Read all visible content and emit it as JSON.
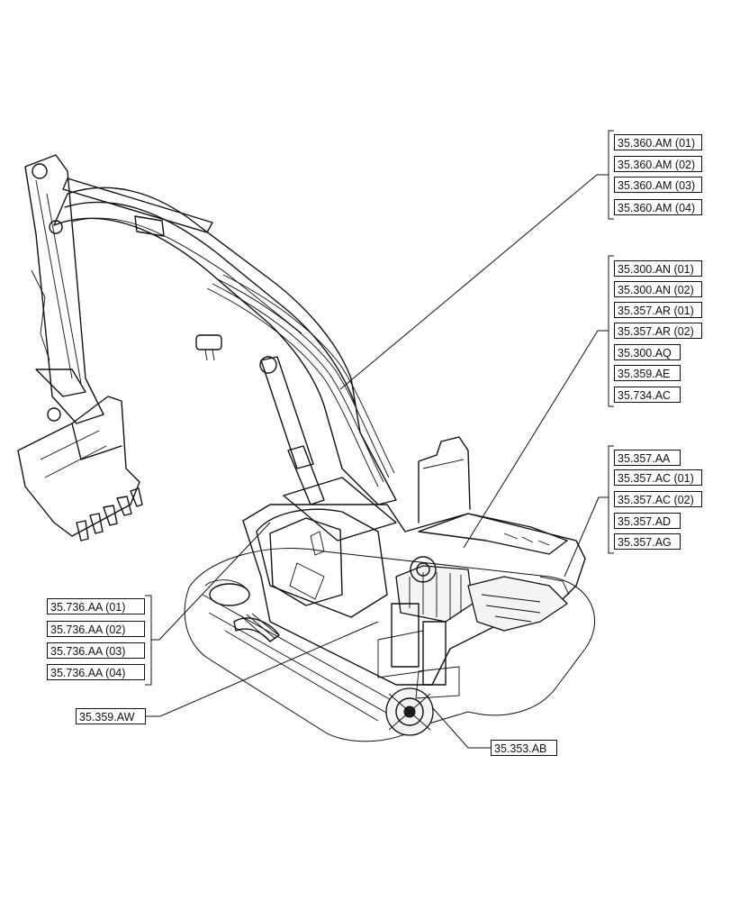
{
  "groups": {
    "hydraulic_lines_boom": [
      "35.360.AM (01)",
      "35.360.AM (02)",
      "35.360.AM (03)",
      "35.360.AM (04)"
    ],
    "control_valve": [
      "35.300.AN (01)",
      "35.300.AN (02)",
      "35.357.AR (01)",
      "35.357.AR (02)",
      "35.300.AQ",
      "35.359.AE",
      "35.734.AC"
    ],
    "pump_group": [
      "35.357.AA",
      "35.357.AC (01)",
      "35.357.AC (02)",
      "35.357.AD",
      "35.357.AG"
    ],
    "track_lines": [
      "35.736.AA (01)",
      "35.736.AA (02)",
      "35.736.AA (03)",
      "35.736.AA (04)"
    ]
  },
  "singles": {
    "swing": "35.359.AW",
    "travel_motor": "35.353.AB"
  }
}
